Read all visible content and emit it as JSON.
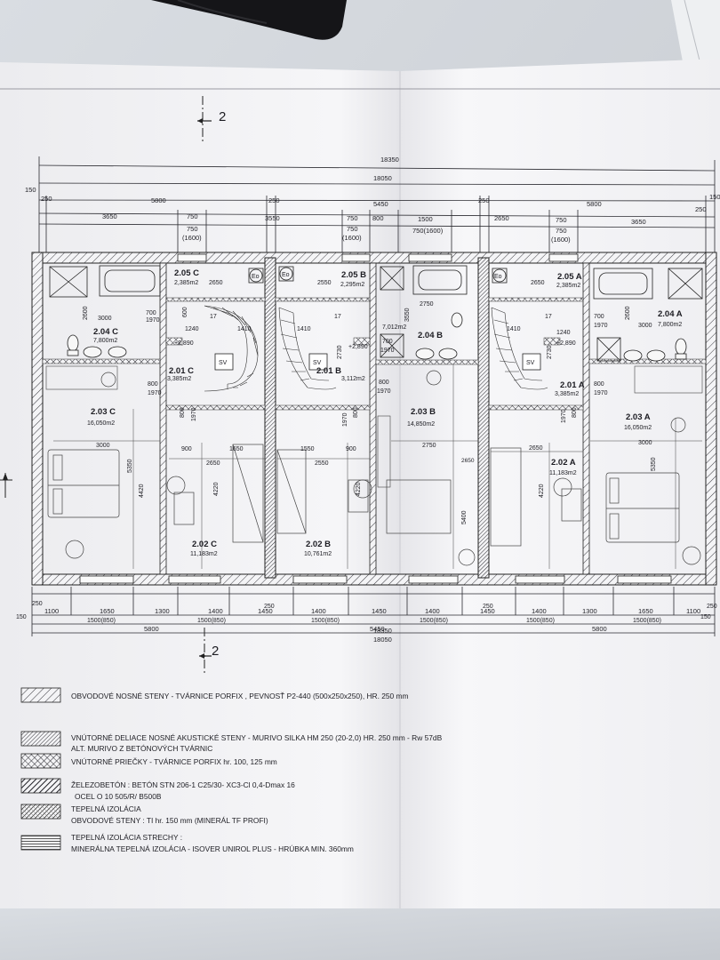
{
  "section_marker": {
    "label": "2"
  },
  "top_dimensions": {
    "overall_outer": "18350",
    "overall_inner": "18050",
    "wall_left": "150",
    "wall_right": "150",
    "segments": [
      "250",
      "5800",
      "250",
      "5450",
      "250",
      "5800",
      "250"
    ],
    "sub_segments": [
      "3650",
      "750",
      "3550",
      "750",
      "800",
      "1500",
      "2650",
      "750",
      "3650"
    ],
    "window_dims": [
      {
        "w": "750",
        "h": "(1600)"
      },
      {
        "w": "750",
        "h": "(1600)"
      },
      {
        "w": "750(1600)",
        "h": ""
      },
      {
        "w": "750",
        "h": "(1600)"
      }
    ]
  },
  "rooms": [
    {
      "id": "2.05 C",
      "area": "2,385m2"
    },
    {
      "id": "2.04 C",
      "area": "7,800m2"
    },
    {
      "id": "2.01 C",
      "area": "3,385m2"
    },
    {
      "id": "2.03 C",
      "area": "16,050m2"
    },
    {
      "id": "2.02 C",
      "area": "11,183m2"
    },
    {
      "id": "2.05 B",
      "area": "2,295m2"
    },
    {
      "id": "2.01 B",
      "area": "3,112m2"
    },
    {
      "id": "2.04 B",
      "area": "7,012m2"
    },
    {
      "id": "2.03 B",
      "area": "14,850m2"
    },
    {
      "id": "2.02 B",
      "area": "10,761m2"
    },
    {
      "id": "2.05 A",
      "area": "2,385m2"
    },
    {
      "id": "2.04 A",
      "area": "7,800m2"
    },
    {
      "id": "2.01 A",
      "area": "3,385m2"
    },
    {
      "id": "2.03 A",
      "area": "16,050m2"
    },
    {
      "id": "2.02 A",
      "area": "11,183m2"
    }
  ],
  "fixture_labels": {
    "boiler": "Eo",
    "riser": "SV"
  },
  "interior_dims": {
    "d2650": "2650",
    "d2550": "2550",
    "d2750": "2750",
    "d3000": "3000",
    "d2600": "2600",
    "d700": "700",
    "d1970": "1970",
    "d1240": "1240",
    "d1410": "1410",
    "d17": "17",
    "d2890": "+2,890",
    "d2730": "2730",
    "d900": "900",
    "d800": "800",
    "d1650": "1650",
    "d1550": "1550",
    "d4220": "4220",
    "d4420": "4420",
    "d5350": "5350",
    "d5400": "5400",
    "d600": "600",
    "d3550": "3550",
    "d1100": "1100",
    "d150": "150",
    "d250": "250"
  },
  "bottom_dimensions": {
    "segments": [
      "1100",
      "1650",
      "1300",
      "1400",
      "1450",
      "1400",
      "1450",
      "1400",
      "1450",
      "1400",
      "1300",
      "1650",
      "1100"
    ],
    "window_labels": [
      "1500(850)",
      "1500(850)",
      "1500(850)",
      "1500(850)",
      "1500(850)",
      "1500(850)"
    ],
    "mid": [
      "5800",
      "5450",
      "5800"
    ],
    "inner": "18050",
    "outer": "18350",
    "wall": "150",
    "offset": "250"
  },
  "legend": [
    {
      "pattern": "diag-wide",
      "lines": [
        "OBVODOVÉ NOSNÉ STENY - TVÁRNICE PORFIX , PEVNOSŤ P2-440 (500x250x250), HR. 250 mm"
      ]
    },
    {
      "pattern": "diag-dense",
      "lines": [
        "VNÚTORNÉ DELIACE NOSNÉ AKUSTICKÉ STENY - MURIVO SILKA HM 250 (20-2,0) HR. 250 mm - Rw 57dB",
        "ALT. MURIVO Z BETÓNOVÝCH TVÁRNIC"
      ]
    },
    {
      "pattern": "cross",
      "lines": [
        "VNÚTORNÉ PRIEČKY - TVÁRNICE PORFIX  hr. 100, 125 mm"
      ]
    },
    {
      "pattern": "diag-bold",
      "lines": [
        "ŽELEZOBETÓN : BETÓN  STN 206-1 C25/30-  XC3-Cl 0,4-Dmax 16",
        "OCEL  O  10 505/R/ B500B"
      ]
    },
    {
      "pattern": "dots",
      "lines": [
        "TEPELNÁ IZOLÁCIA",
        "OBVODOVÉ STENY : TI hr. 150 mm (MINERÁL TF PROFI)"
      ]
    },
    {
      "pattern": "horiz",
      "lines": [
        "TEPELNÁ IZOLÁCIA STRECHY :",
        "MINERÁLNA TEPELNÁ IZOLÁCIA - ISOVER UNIROL PLUS - HRÚBKA  MIN. 360mm"
      ]
    }
  ]
}
